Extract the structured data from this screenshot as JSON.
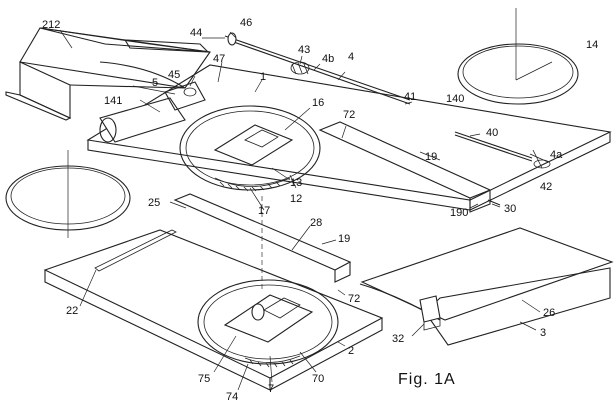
{
  "figure": {
    "caption": "Fig. 1A"
  },
  "labels": {
    "l212": "212",
    "l44": "44",
    "l46": "46",
    "l47": "47",
    "l43": "43",
    "l4": "4",
    "l4b": "4b",
    "l14": "14",
    "l140": "140",
    "l5": "5",
    "l45": "45",
    "l1": "1",
    "l141": "141",
    "l16": "16",
    "l72a": "72",
    "l41": "41",
    "l40": "40",
    "l4a": "4a",
    "l42": "42",
    "l19a": "19",
    "l13": "13",
    "l17": "17",
    "l12": "12",
    "l190": "190",
    "l30": "30",
    "l25": "25",
    "l28": "28",
    "l19b": "19",
    "l22": "22",
    "l72b": "72",
    "l26": "26",
    "l32": "32",
    "l3": "3",
    "l2": "2",
    "l75": "75",
    "l74": "74",
    "l7": "7",
    "l70": "70"
  }
}
